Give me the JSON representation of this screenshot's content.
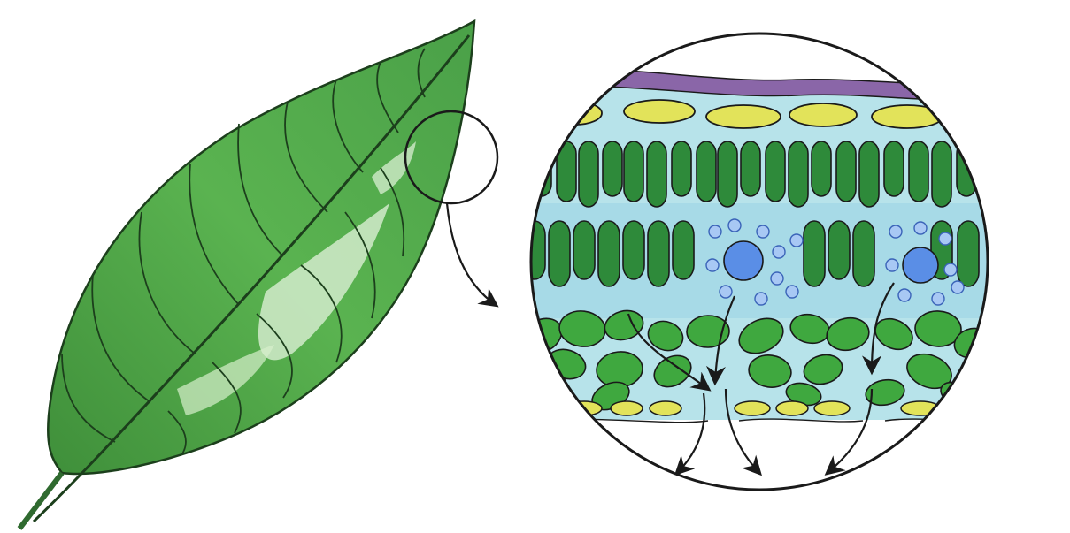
{
  "diagram": {
    "subject": "leaf-cross-section",
    "text_labels": [],
    "colors": {
      "background": "#ffffff",
      "leaf_dark": "#2f7a2f",
      "leaf_light": "#8fd080",
      "leaf_highlight": "#e3f3dc",
      "vein": "#1c3f1c",
      "cuticle": "#8a66a8",
      "epidermis_cell": "#e2e35a",
      "palisade_cell": "#2e8a3a",
      "spongy_cell": "#3fa83f",
      "tissue_water": "#b7e3ea",
      "air_space_dark": "#5a8ee6",
      "air_space_light": "#a8c8f4",
      "outline": "#1a1a1a"
    },
    "icons": [
      "leaf",
      "magnifier-circle",
      "zoom-arrow",
      "cross-section-circle",
      "flow-arrow"
    ]
  }
}
